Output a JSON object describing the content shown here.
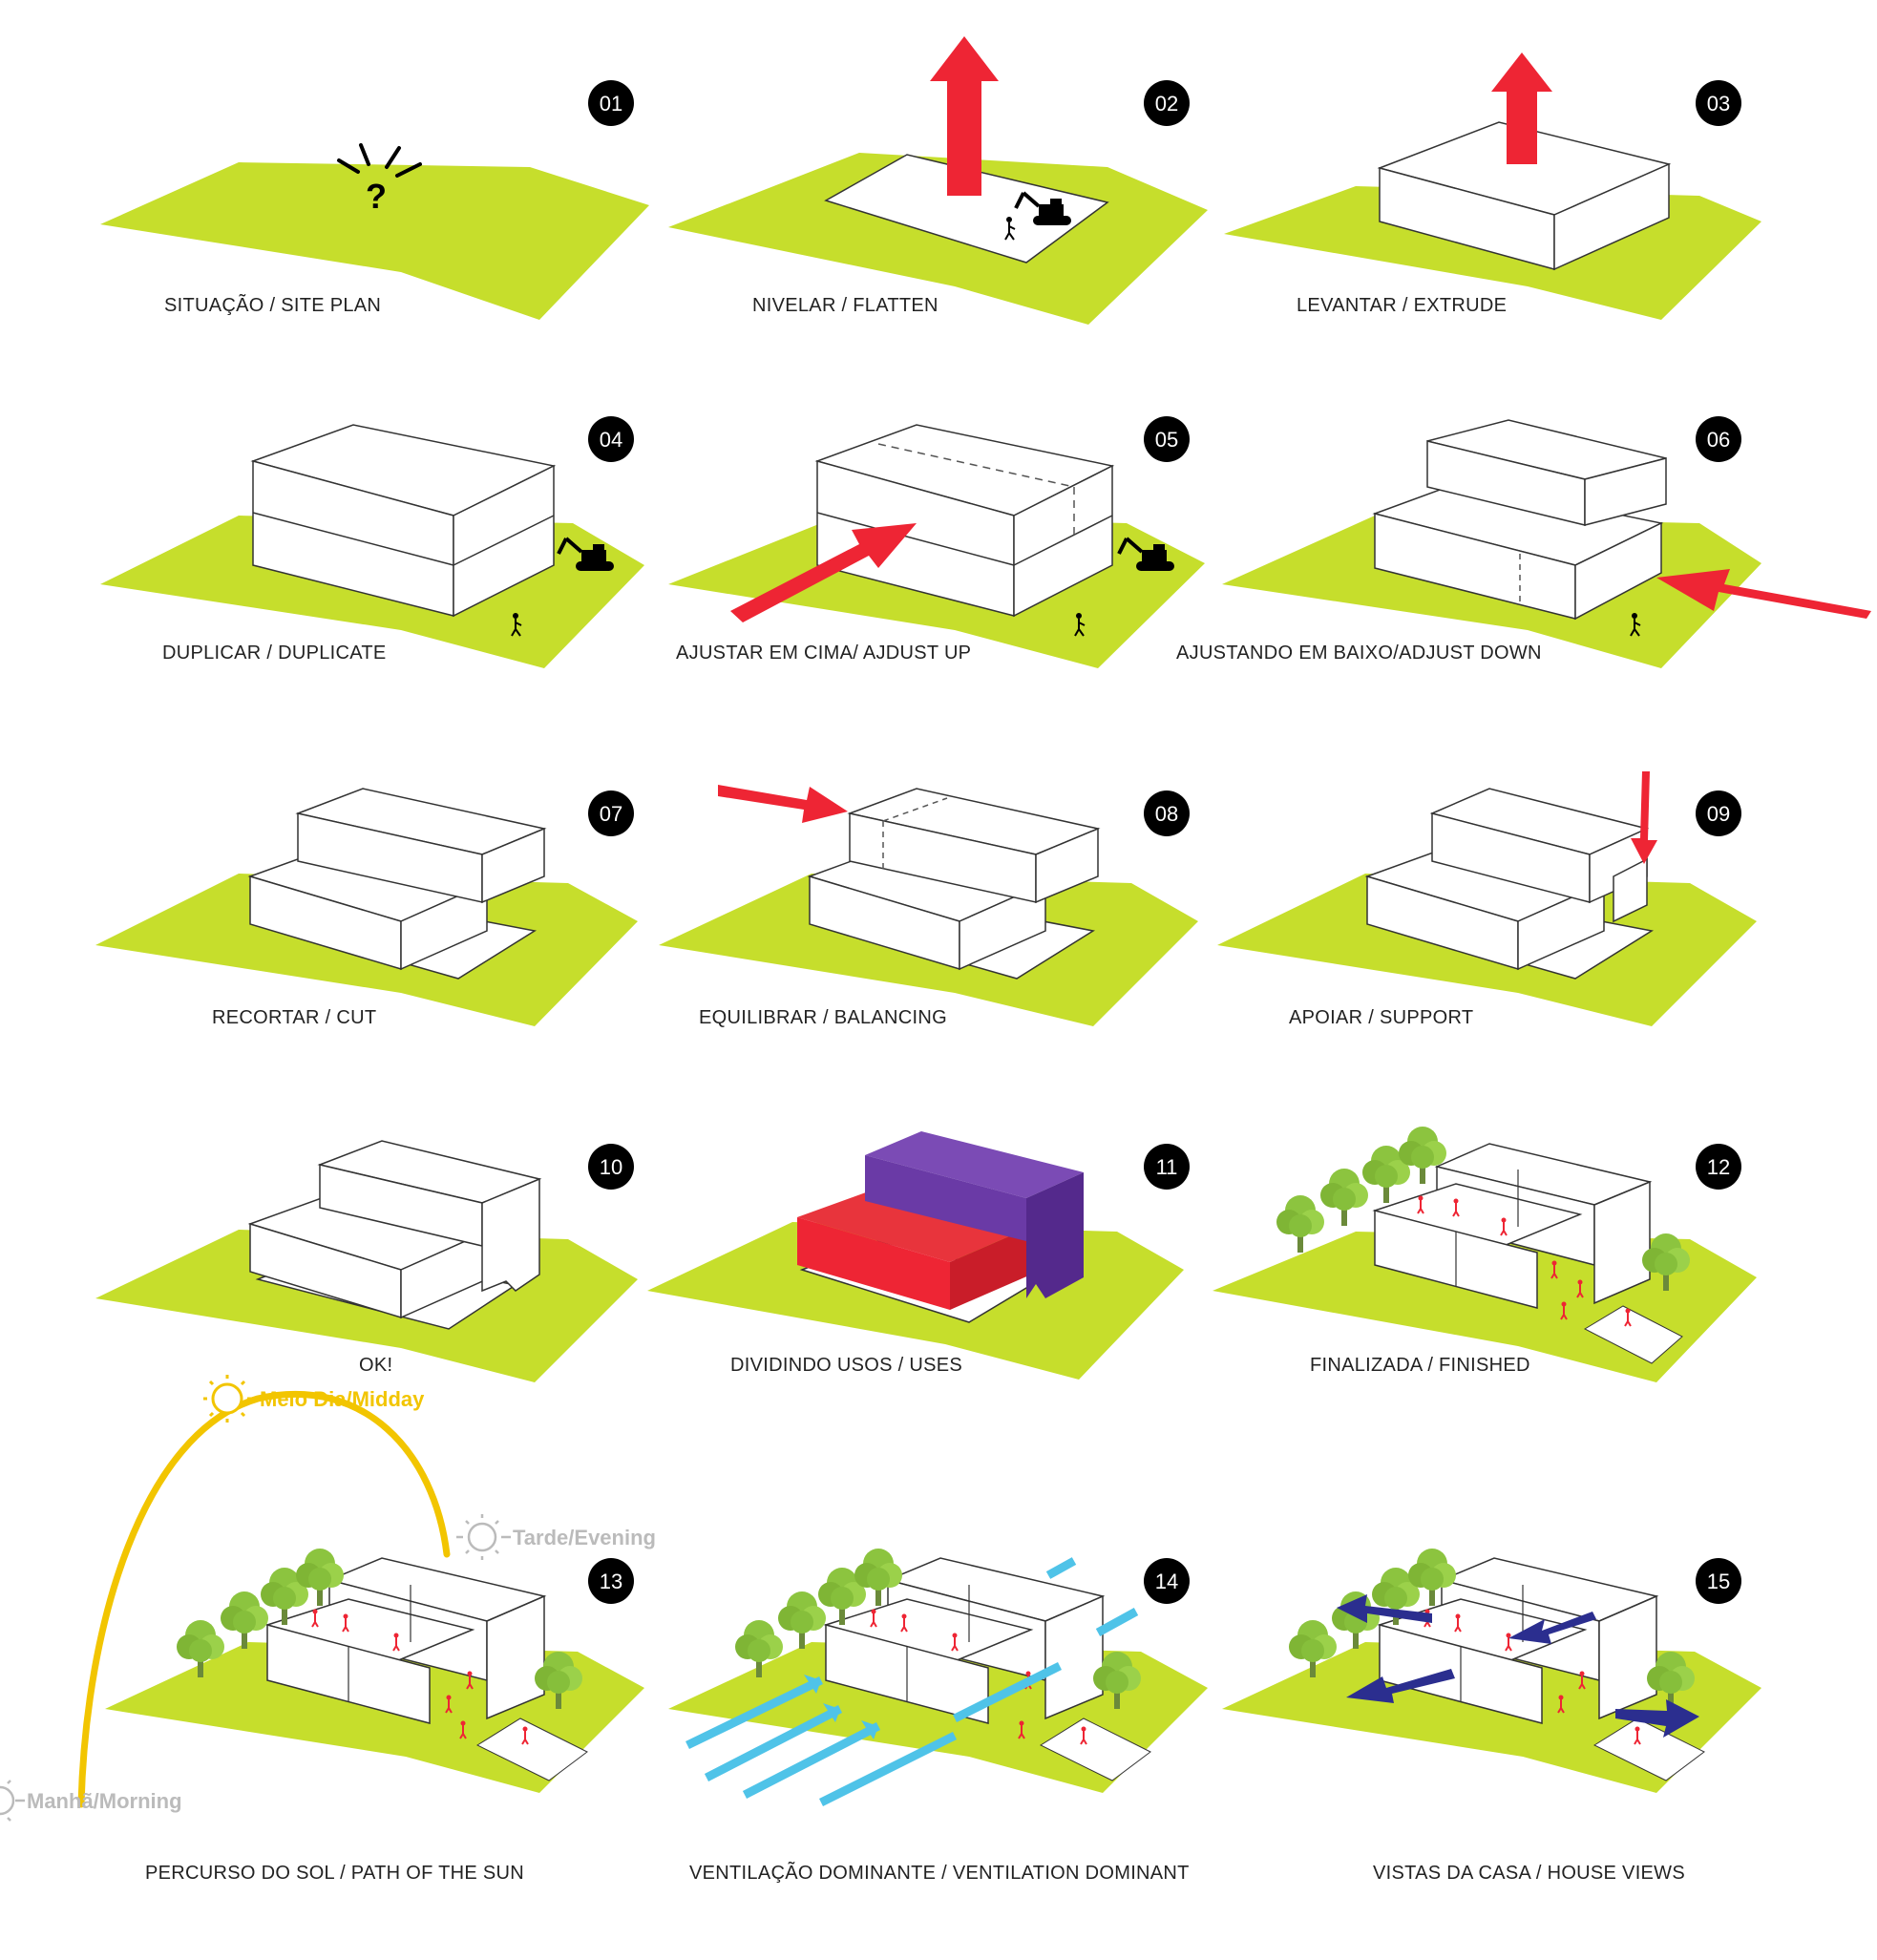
{
  "steps": [
    {
      "num": "01",
      "caption": "SITUAÇÃO / SITE PLAN"
    },
    {
      "num": "02",
      "caption": "NIVELAR / FLATTEN"
    },
    {
      "num": "03",
      "caption": "LEVANTAR / EXTRUDE"
    },
    {
      "num": "04",
      "caption": "DUPLICAR / DUPLICATE"
    },
    {
      "num": "05",
      "caption": "AJUSTAR EM CIMA/ AJDUST UP"
    },
    {
      "num": "06",
      "caption": "AJUSTANDO EM BAIXO/ADJUST DOWN"
    },
    {
      "num": "07",
      "caption": "RECORTAR / CUT"
    },
    {
      "num": "08",
      "caption": "EQUILIBRAR / BALANCING"
    },
    {
      "num": "09",
      "caption": "APOIAR / SUPPORT"
    },
    {
      "num": "10",
      "caption": "OK!"
    },
    {
      "num": "11",
      "caption": "DIVIDINDO USOS / USES"
    },
    {
      "num": "12",
      "caption": "FINALIZADA / FINISHED"
    },
    {
      "num": "13",
      "caption": "PERCURSO DO SOL / PATH OF THE SUN"
    },
    {
      "num": "14",
      "caption": "VENTILAÇÃO DOMINANTE / VENTILATION DOMINANT"
    },
    {
      "num": "15",
      "caption": "VISTAS DA CASA / HOUSE VIEWS"
    }
  ],
  "sun": {
    "midday": "Meio Dia/Midday",
    "evening": "Tarde/Evening",
    "morning": "Manhã/Morning",
    "glyph": "?"
  },
  "colors": {
    "ground": "#c6de2c",
    "red": "#ee2534",
    "purple": "#6a3aa6",
    "sun": "#f2c500",
    "wind": "#4fc3e8",
    "views": "#2b2e8f",
    "tree": "#8cc43f",
    "badge": "#000000"
  },
  "icons": [
    "question-icon",
    "excavator-icon",
    "person-icon",
    "tree-icon",
    "sun-icon",
    "arrow-icon"
  ]
}
